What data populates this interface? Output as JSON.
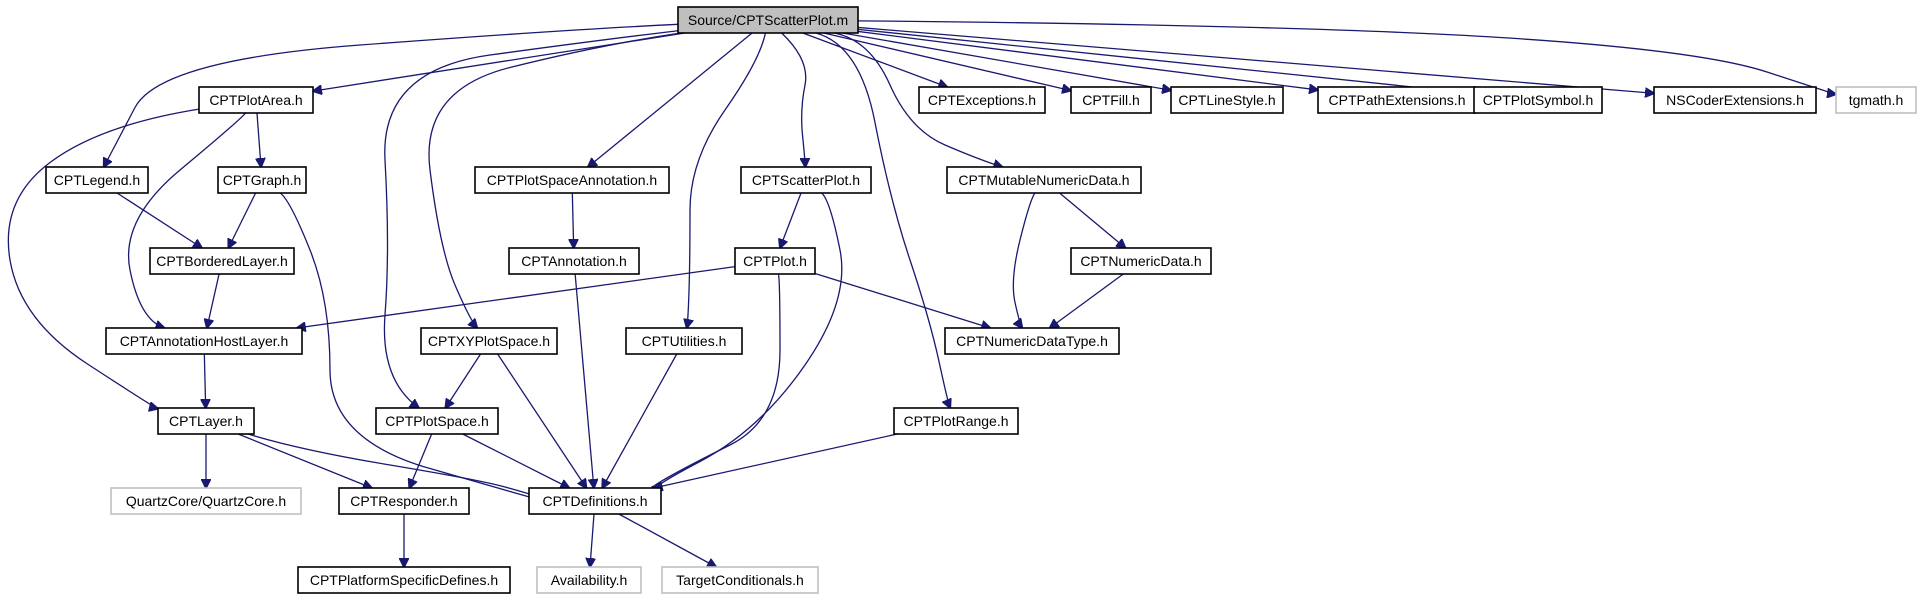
{
  "nodes": [
    {
      "id": "root",
      "label": "Source/CPTScatterPlot.m",
      "style": "root"
    },
    {
      "id": "plotarea",
      "label": "CPTPlotArea.h",
      "style": "normal"
    },
    {
      "id": "exceptions",
      "label": "CPTExceptions.h",
      "style": "normal"
    },
    {
      "id": "fill",
      "label": "CPTFill.h",
      "style": "normal"
    },
    {
      "id": "linestyle",
      "label": "CPTLineStyle.h",
      "style": "normal"
    },
    {
      "id": "pathext",
      "label": "CPTPathExtensions.h",
      "style": "normal"
    },
    {
      "id": "plotsymbol",
      "label": "CPTPlotSymbol.h",
      "style": "normal"
    },
    {
      "id": "nscoder",
      "label": "NSCoderExtensions.h",
      "style": "normal"
    },
    {
      "id": "tgmath",
      "label": "tgmath.h",
      "style": "system"
    },
    {
      "id": "legend",
      "label": "CPTLegend.h",
      "style": "normal"
    },
    {
      "id": "graph",
      "label": "CPTGraph.h",
      "style": "normal"
    },
    {
      "id": "psannot",
      "label": "CPTPlotSpaceAnnotation.h",
      "style": "normal"
    },
    {
      "id": "scatterplot",
      "label": "CPTScatterPlot.h",
      "style": "normal"
    },
    {
      "id": "mutnum",
      "label": "CPTMutableNumericData.h",
      "style": "normal"
    },
    {
      "id": "bordered",
      "label": "CPTBorderedLayer.h",
      "style": "normal"
    },
    {
      "id": "annotation",
      "label": "CPTAnnotation.h",
      "style": "normal"
    },
    {
      "id": "plot",
      "label": "CPTPlot.h",
      "style": "normal"
    },
    {
      "id": "numdata",
      "label": "CPTNumericData.h",
      "style": "normal"
    },
    {
      "id": "annhost",
      "label": "CPTAnnotationHostLayer.h",
      "style": "normal"
    },
    {
      "id": "xyps",
      "label": "CPTXYPlotSpace.h",
      "style": "normal"
    },
    {
      "id": "utilities",
      "label": "CPTUtilities.h",
      "style": "normal"
    },
    {
      "id": "numtype",
      "label": "CPTNumericDataType.h",
      "style": "normal"
    },
    {
      "id": "layer",
      "label": "CPTLayer.h",
      "style": "normal"
    },
    {
      "id": "plotspace",
      "label": "CPTPlotSpace.h",
      "style": "normal"
    },
    {
      "id": "plotrange",
      "label": "CPTPlotRange.h",
      "style": "normal"
    },
    {
      "id": "quartz",
      "label": "QuartzCore/QuartzCore.h",
      "style": "system"
    },
    {
      "id": "responder",
      "label": "CPTResponder.h",
      "style": "normal"
    },
    {
      "id": "definitions",
      "label": "CPTDefinitions.h",
      "style": "normal"
    },
    {
      "id": "platform",
      "label": "CPTPlatformSpecificDefines.h",
      "style": "normal"
    },
    {
      "id": "availability",
      "label": "Availability.h",
      "style": "system"
    },
    {
      "id": "targetcond",
      "label": "TargetConditionals.h",
      "style": "system"
    }
  ],
  "edges": [
    [
      "root",
      "plotarea"
    ],
    [
      "root",
      "legend"
    ],
    [
      "root",
      "plotspace"
    ],
    [
      "root",
      "xyps"
    ],
    [
      "root",
      "psannot"
    ],
    [
      "root",
      "utilities"
    ],
    [
      "root",
      "scatterplot"
    ],
    [
      "root",
      "plotrange"
    ],
    [
      "root",
      "mutnum"
    ],
    [
      "root",
      "exceptions"
    ],
    [
      "root",
      "fill"
    ],
    [
      "root",
      "linestyle"
    ],
    [
      "root",
      "pathext"
    ],
    [
      "root",
      "plotsymbol"
    ],
    [
      "root",
      "nscoder"
    ],
    [
      "root",
      "tgmath"
    ],
    [
      "plotarea",
      "graph"
    ],
    [
      "plotarea",
      "annhost"
    ],
    [
      "plotarea",
      "layer"
    ],
    [
      "legend",
      "bordered"
    ],
    [
      "graph",
      "bordered"
    ],
    [
      "graph",
      "definitions"
    ],
    [
      "bordered",
      "annhost"
    ],
    [
      "annhost",
      "layer"
    ],
    [
      "psannot",
      "annotation"
    ],
    [
      "annotation",
      "definitions"
    ],
    [
      "scatterplot",
      "plot"
    ],
    [
      "scatterplot",
      "definitions"
    ],
    [
      "plot",
      "annhost"
    ],
    [
      "plot",
      "numtype"
    ],
    [
      "plot",
      "definitions"
    ],
    [
      "mutnum",
      "numdata"
    ],
    [
      "mutnum",
      "numtype"
    ],
    [
      "numdata",
      "numtype"
    ],
    [
      "xyps",
      "plotspace"
    ],
    [
      "xyps",
      "definitions"
    ],
    [
      "utilities",
      "definitions"
    ],
    [
      "layer",
      "quartz"
    ],
    [
      "layer",
      "responder"
    ],
    [
      "layer",
      "definitions"
    ],
    [
      "plotspace",
      "responder"
    ],
    [
      "plotspace",
      "definitions"
    ],
    [
      "plotrange",
      "definitions"
    ],
    [
      "responder",
      "platform"
    ],
    [
      "definitions",
      "availability"
    ],
    [
      "definitions",
      "targetcond"
    ]
  ],
  "colors": {
    "edge": "#191970",
    "root_fill": "#bfbfbf",
    "normal_stroke": "#000000",
    "system_stroke": "#bfbfbf"
  }
}
